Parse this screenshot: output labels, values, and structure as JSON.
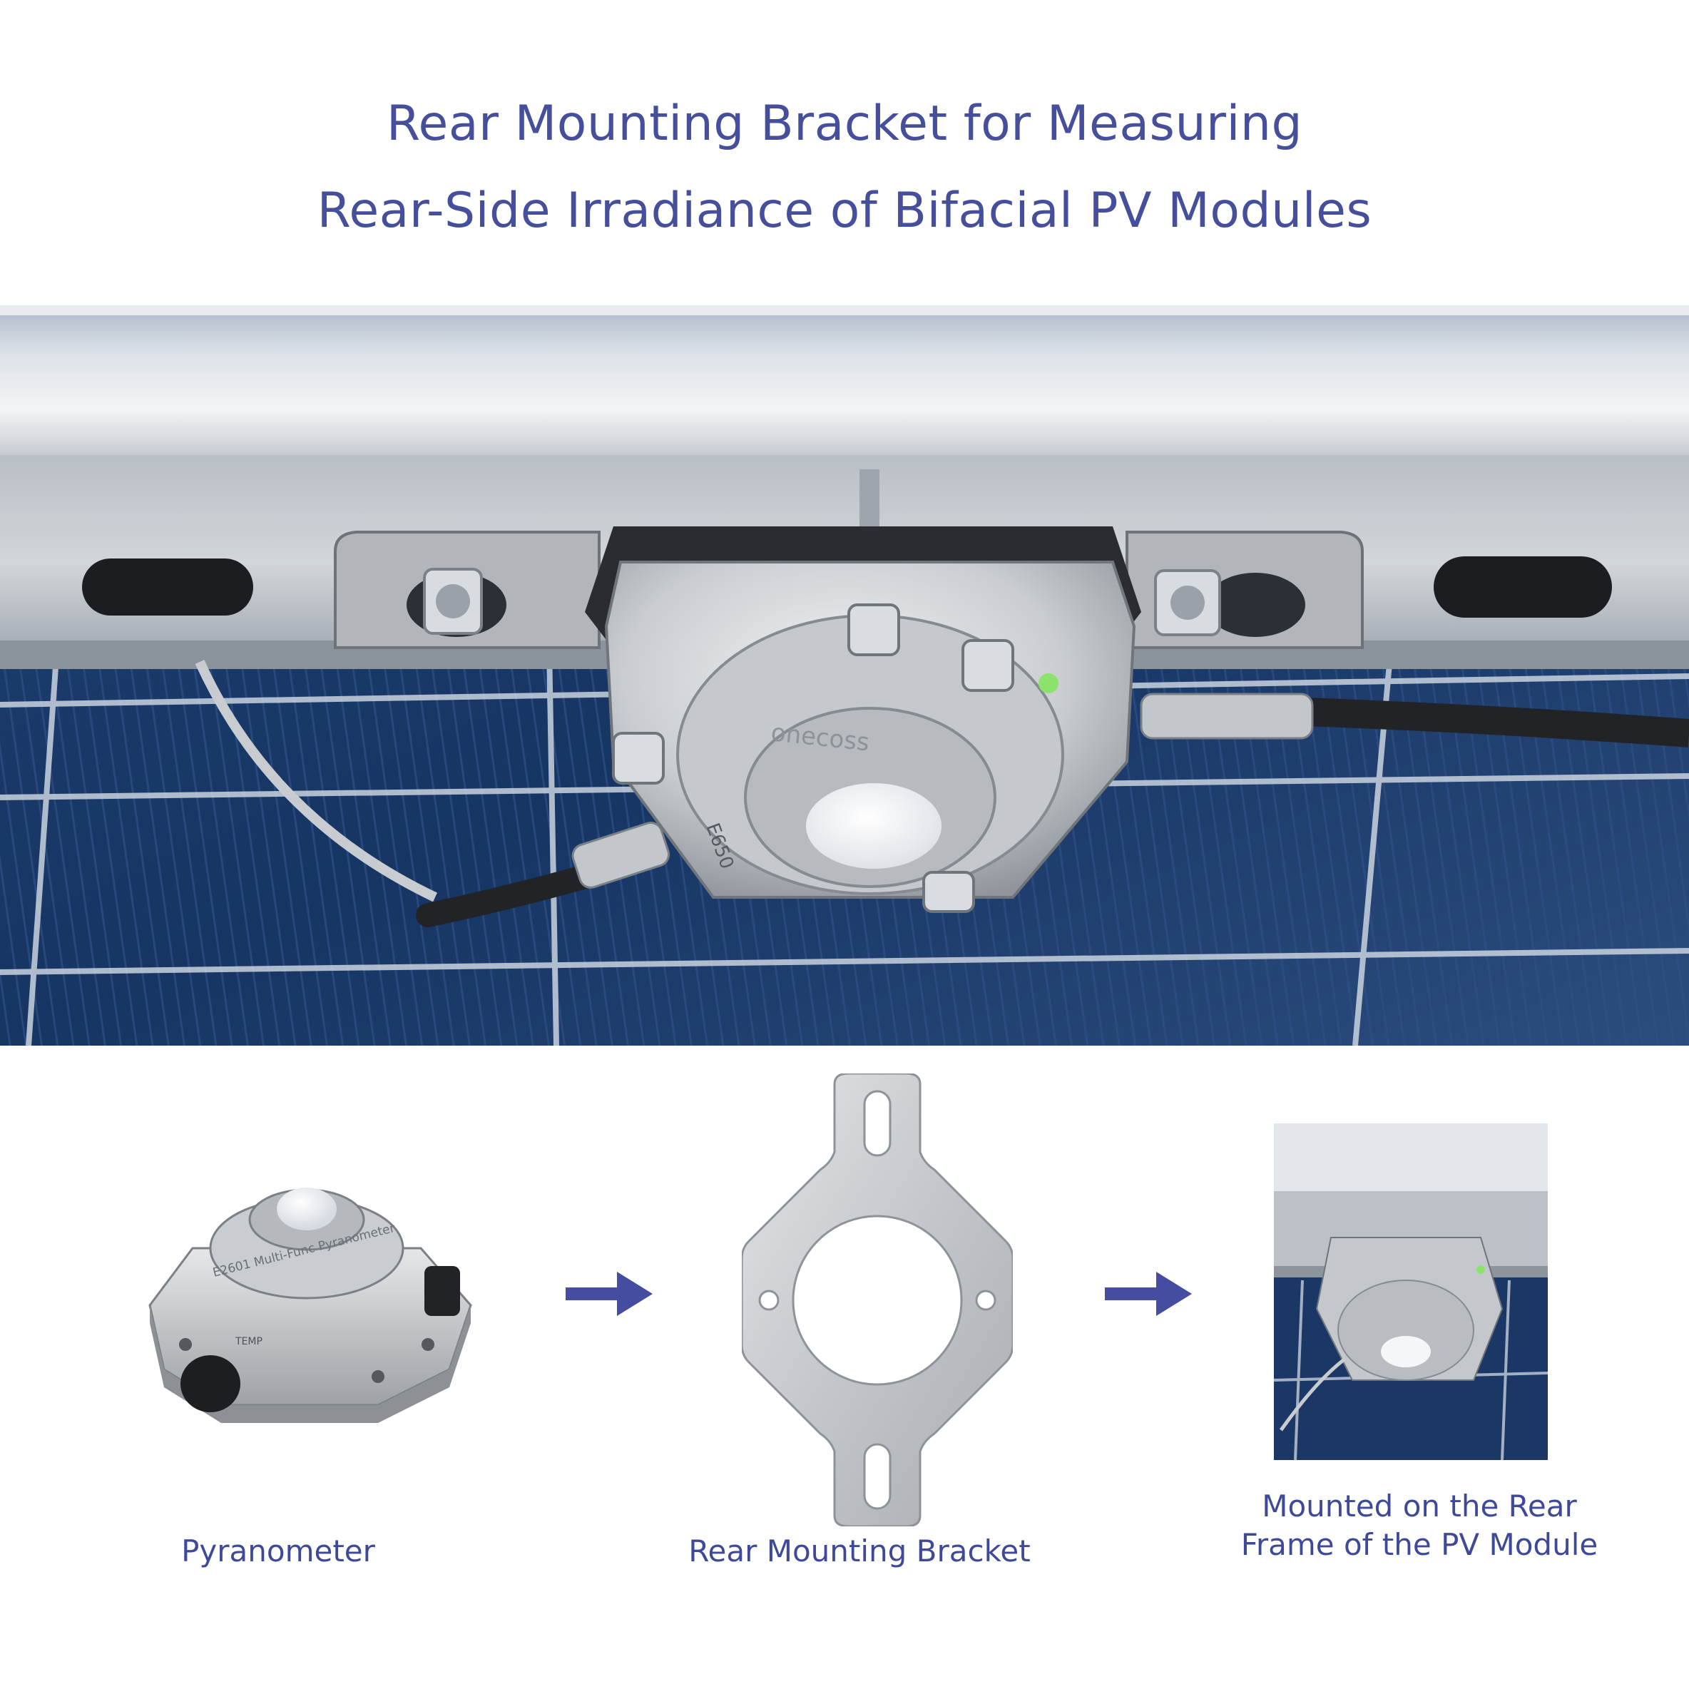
{
  "header": {
    "title_line1": "Rear Mounting Bracket for Measuring",
    "title_line2": "Rear-Side Irradiance of Bifacial PV Modules"
  },
  "photo": {
    "brand_mark": "onecoss",
    "model_mark": "E650"
  },
  "steps": [
    {
      "label": "Pyranometer",
      "icon": "pyranometer-image",
      "print": "E2601 Multi-Func Pyranometer",
      "port_label": "TEMP"
    },
    {
      "label": "Rear Mounting Bracket",
      "icon": "bracket-image"
    },
    {
      "label_line1": "Mounted on the Rear",
      "label_line2": "Frame of the PV Module",
      "icon": "mounted-thumbnail-image"
    }
  ],
  "arrow_icon": "right-arrow-icon",
  "colors": {
    "title": "#454f9c",
    "caption": "#3e4a99",
    "arrow": "#444d9f",
    "panel_blue": "#15315e",
    "metal": "#c9ccd0"
  }
}
